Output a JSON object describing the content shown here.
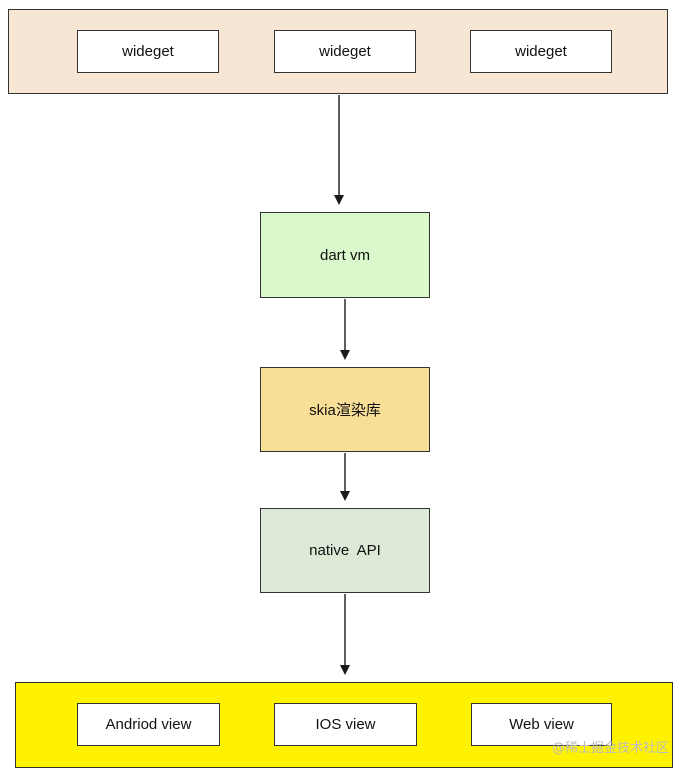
{
  "widgets": [
    "wideget",
    "wideget",
    "wideget"
  ],
  "stages": {
    "dart_vm": "dart vm",
    "skia": "skia渲染库",
    "native_api": "native  API"
  },
  "views": [
    "Andriod view",
    "IOS view",
    "Web view"
  ],
  "watermark": "@稀土掘金技术社区",
  "colors": {
    "widget_container": "#f7e6d3",
    "dart_vm": "#d9f9cd",
    "skia": "#f8de96",
    "native_api": "#dbe9d6",
    "view_container": "#fff200"
  }
}
